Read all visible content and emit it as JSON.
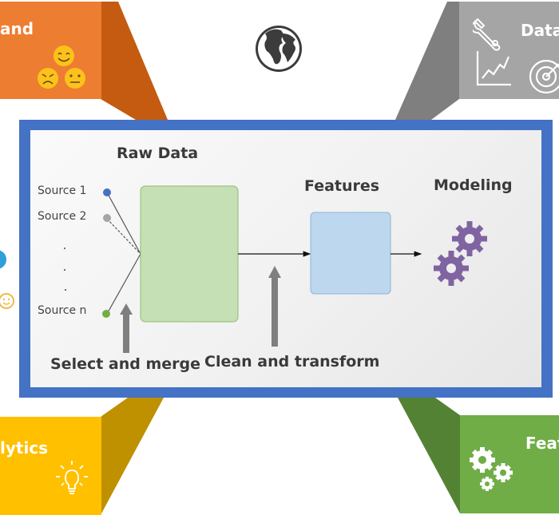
{
  "corner_cards": {
    "top_left": {
      "title": "and",
      "color": "#ed7d31",
      "shadow": "#c55a11",
      "icons": [
        "smiling-face-icon",
        "angry-face-icon",
        "neutral-face-icon"
      ]
    },
    "top_right": {
      "title": "Data",
      "color": "#a5a5a5",
      "shadow": "#7f7f7f",
      "icons": [
        "wrench-icon",
        "line-chart-icon",
        "target-icon"
      ]
    },
    "bottom_left": {
      "title": "lytics",
      "color": "#ffc000",
      "shadow": "#bf9000",
      "icons": [
        "lightbulb-icon"
      ]
    },
    "bottom_right": {
      "title": "Feat",
      "color": "#70ad47",
      "shadow": "#548235",
      "icons": [
        "gears-icon"
      ]
    }
  },
  "center_icon": "globe-icon",
  "pipeline": {
    "frame_color": "#4472c4",
    "raw_data_label": "Raw Data",
    "features_label": "Features",
    "modeling_label": "Modeling",
    "sources": [
      {
        "label": "Source 1",
        "color": "#4472c4",
        "link": "solid"
      },
      {
        "label": "Source 2",
        "color": "#a5a5a5",
        "link": "dashed"
      },
      {
        "label": "Source n",
        "color": "#70ad47",
        "link": "solid"
      }
    ],
    "ellipsis": "...",
    "select_merge_label": "Select and merge",
    "clean_transform_label": "Clean and transform",
    "raw_box_color": "#c5e0b4",
    "feature_box_color": "#bdd7ee",
    "gear_color": "#8064a2"
  }
}
